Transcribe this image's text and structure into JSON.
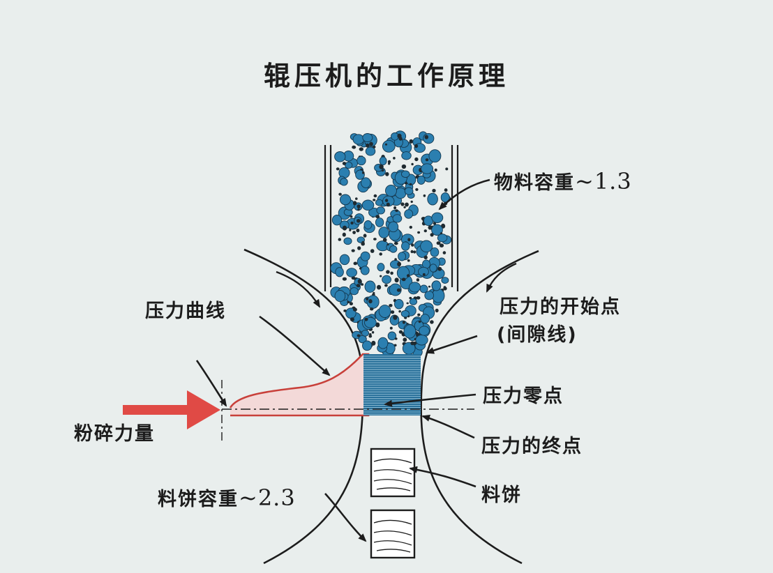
{
  "title": "辊压机的工作原理",
  "labels": {
    "material_density": "物料容重",
    "material_density_value": "~1.3",
    "pressure_start": "压力的开始点",
    "gap_line": "(间隙线)",
    "pressure_curve": "压力曲线",
    "pressure_zero": "压力零点",
    "crushing_force": "粉碎力量",
    "pressure_end": "压力的终点",
    "cake": "料饼",
    "cake_density": "料饼容重",
    "cake_density_value": "~2.3"
  },
  "colors": {
    "background": "#e9eeed",
    "particle": "#2b7fb0",
    "compressed": "#276f99",
    "pressure_curve": "#c8403a",
    "arrow": "#e04a45",
    "ink": "#1c1c1c"
  }
}
